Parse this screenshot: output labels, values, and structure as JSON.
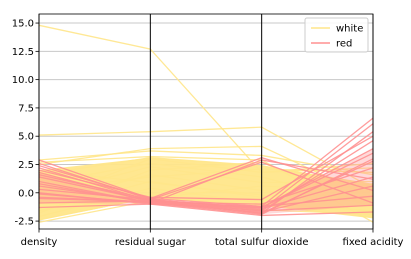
{
  "chart_data": {
    "type": "parallel_coordinates",
    "dimensions": [
      "density",
      "residual sugar",
      "total sulfur dioxide",
      "fixed acidity"
    ],
    "ylim": [
      -3.2,
      15.8
    ],
    "yticks": [
      "-2.5",
      "0.0",
      "2.5",
      "5.0",
      "7.5",
      "10.0",
      "12.5",
      "15.0"
    ],
    "grid": true,
    "legend_position": "top-right",
    "series": [
      {
        "name": "white",
        "color": "#ffe68a",
        "lines": [
          [
            14.8,
            12.7,
            1.8,
            2.2
          ],
          [
            5.1,
            5.4,
            5.8,
            0.4
          ],
          [
            2.5,
            3.9,
            4.1,
            -0.5
          ],
          [
            2.9,
            3.7,
            3.3,
            1.6
          ],
          [
            2.7,
            3.2,
            2.9,
            -2.6
          ],
          [
            1.6,
            3.1,
            2.4,
            0.5
          ],
          [
            0.8,
            2.6,
            1.4,
            -1.2
          ],
          [
            -0.2,
            2.3,
            0.9,
            1.0
          ],
          [
            -1.0,
            1.6,
            0.2,
            -0.6
          ],
          [
            -1.6,
            1.0,
            -0.4,
            0.8
          ],
          [
            -2.1,
            0.4,
            -0.9,
            -1.6
          ],
          [
            -2.4,
            -0.4,
            -1.1,
            -2.2
          ],
          [
            -2.6,
            -0.7,
            -1.5,
            -1.9
          ],
          [
            0.2,
            1.4,
            2.1,
            1.8
          ],
          [
            2.0,
            0.9,
            -0.2,
            -0.8
          ],
          [
            -0.8,
            3.0,
            1.8,
            2.6
          ],
          [
            1.2,
            -0.5,
            0.6,
            0.1
          ],
          [
            -1.8,
            2.0,
            2.7,
            -1.3
          ]
        ]
      },
      {
        "name": "red",
        "color": "#ff9191",
        "lines": [
          [
            2.9,
            -0.5,
            -1.2,
            6.6
          ],
          [
            2.6,
            -0.6,
            -1.5,
            6.1
          ],
          [
            2.2,
            -0.7,
            -1.8,
            5.4
          ],
          [
            1.8,
            -0.8,
            -1.6,
            4.6
          ],
          [
            1.4,
            -0.7,
            -1.3,
            3.9
          ],
          [
            1.0,
            -0.9,
            -1.9,
            3.0
          ],
          [
            0.6,
            -0.8,
            -1.0,
            2.2
          ],
          [
            0.3,
            -0.6,
            -1.4,
            1.4
          ],
          [
            -0.1,
            -0.9,
            -1.7,
            0.6
          ],
          [
            -0.5,
            -0.8,
            -1.2,
            -0.3
          ],
          [
            -0.9,
            -0.7,
            -1.6,
            -1.1
          ],
          [
            -1.3,
            -1.0,
            -2.0,
            -1.7
          ],
          [
            2.4,
            -0.5,
            3.1,
            0.2
          ],
          [
            1.6,
            -0.6,
            2.7,
            -0.9
          ],
          [
            0.8,
            -0.9,
            2.9,
            1.2
          ],
          [
            -0.4,
            -0.8,
            -1.8,
            2.8
          ],
          [
            2.0,
            -0.4,
            -0.6,
            5.0
          ],
          [
            0.0,
            -1.0,
            -1.3,
            3.5
          ]
        ]
      }
    ]
  }
}
